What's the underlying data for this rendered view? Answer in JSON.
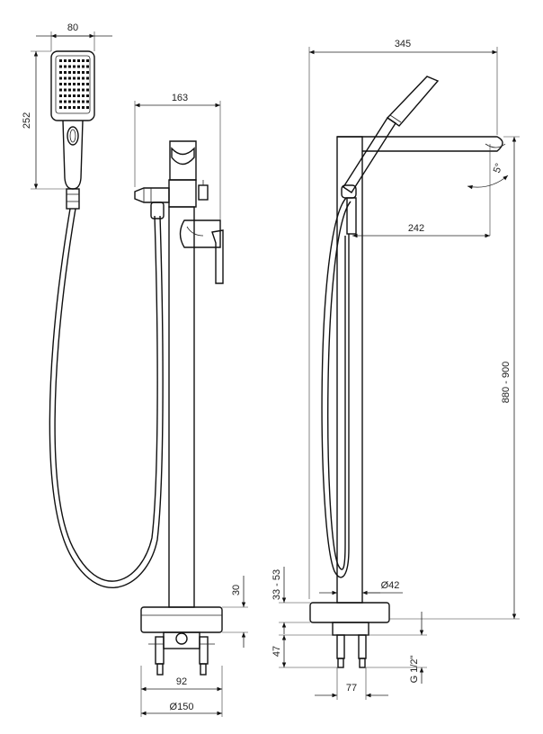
{
  "dimensions": {
    "handshower_width": "80",
    "handshower_height": "252",
    "front_reach": "163",
    "side_width": "345",
    "spout_angle": "5°",
    "spout_projection": "242",
    "height_range": "880 - 900",
    "base_thickness": "30",
    "front_mount_width": "92",
    "base_diameter": "Ø150",
    "column_diameter": "Ø42",
    "adjust_range": "33 - 53",
    "side_below": "47",
    "side_mount_width": "77",
    "thread": "G 1/2\""
  }
}
